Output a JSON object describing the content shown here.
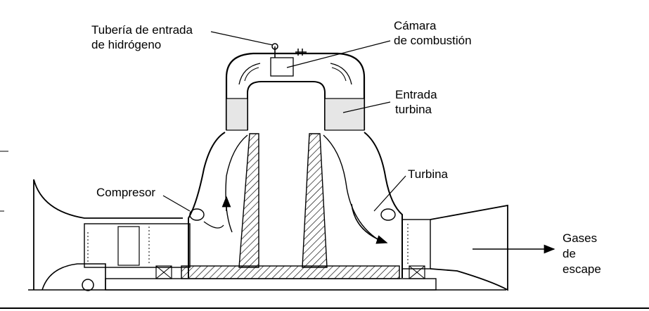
{
  "labels": {
    "tuberia_line1": "Tubería de entrada",
    "tuberia_line2": "de hidrógeno",
    "camara_line1": "Cámara",
    "camara_line2": "de combustión",
    "entrada_line1": "Entrada",
    "entrada_line2": "turbina",
    "turbina": "Turbina",
    "compresor": "Compresor",
    "gases_line1": "Gases",
    "gases_line2": "de",
    "gases_line3": "escape"
  },
  "colors": {
    "ink": "#000000",
    "background": "#ffffff"
  }
}
